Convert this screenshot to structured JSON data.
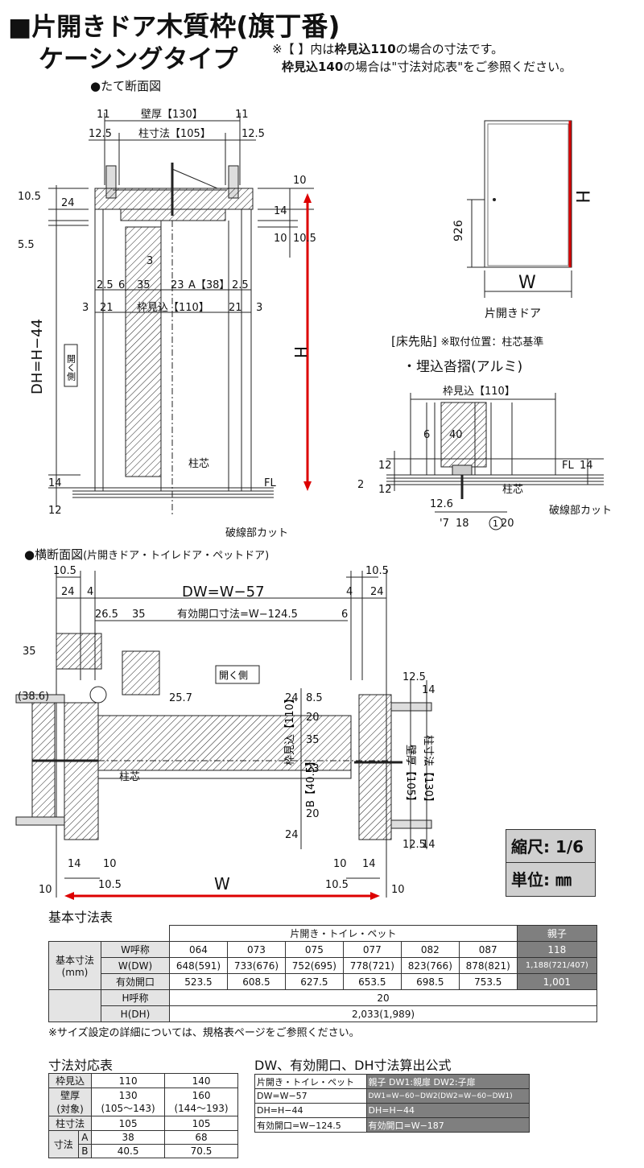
{
  "header": {
    "title_a": "■片開きドア",
    "title_b": "木質枠(旗丁番)",
    "title_line2": "ケーシングタイプ",
    "note1_a": "※【 】内は",
    "note1_b": "枠見込110",
    "note1_c": "の場合の寸法です。",
    "note2_a": "枠見込140",
    "note2_b": "の場合は\"寸法対応表\"をご参照ください。"
  },
  "vertical_section": {
    "label": "●たて断面図",
    "dims": {
      "wall": "壁厚【130】",
      "col": "柱寸法【105】",
      "d11": "11",
      "d12_5": "12.5",
      "d10": "10",
      "d10_5": "10.5",
      "d24": "24",
      "d14": "14",
      "d5_5": "5.5",
      "d3": "3",
      "d2_5": "2.5",
      "d6": "6",
      "d35": "35",
      "d23": "23",
      "dA": "A【38】",
      "d21": "21",
      "frame": "枠見込【110】",
      "H": "H",
      "DH": "DH=H−44",
      "open_side": "開く側",
      "center": "柱芯",
      "fl": "FL",
      "d12": "12",
      "cut": "破線部カット"
    }
  },
  "door_diagram": {
    "h926": "926",
    "H": "H",
    "W": "W",
    "caption": "片開きドア"
  },
  "floor": {
    "label_a": "[床先貼]",
    "label_b": "※取付位置：柱芯基準",
    "label_c": "・埋込沓摺(アルミ)",
    "dims": {
      "frame": "枠見込【110】",
      "d6": "6",
      "d40": "40",
      "d12": "12",
      "d2": "2",
      "d14": "14",
      "fl": "FL",
      "d12_6": "12.6",
      "d7": "'7",
      "d18": "18",
      "d20": "20",
      "c1": "1",
      "center": "柱芯",
      "cut": "破線部カット"
    }
  },
  "horizontal_section": {
    "label": "●横断面図",
    "label_sub": "(片開きドア・トイレドア・ペットドア)",
    "dims": {
      "d10_5": "10.5",
      "d24": "24",
      "d4": "4",
      "DW": "DW=W−57",
      "d26_5": "26.5",
      "d35": "35",
      "eff": "有効開口寸法=W−124.5",
      "d6": "6",
      "d38_6": "(38.6)",
      "d25_7": "25.7",
      "open_side": "開く側",
      "center": "柱芯",
      "d8_5": "8.5",
      "d20": "20",
      "d23": "23",
      "d12_5": "12.5",
      "d14": "14",
      "frame": "枠見込【110】",
      "B": "B【40.5】",
      "wall": "壁厚【105】",
      "col": "柱寸法【130】",
      "d10": "10",
      "W": "W"
    }
  },
  "scale": {
    "ratio": "縮尺: 1/6",
    "unit": "単位: ㎜"
  },
  "basic_table": {
    "title": "基本寸法表",
    "group_label": "片開き・トイレ・ペット",
    "oyako_label": "親子",
    "row_label": "基本寸法",
    "row_label2": "(mm)",
    "w_label": "W呼称",
    "wdw_label": "W(DW)",
    "eff_label": "有効開口",
    "h_label": "H呼称",
    "hdh_label": "H(DH)",
    "w_codes": [
      "064",
      "073",
      "075",
      "077",
      "082",
      "087"
    ],
    "wdw": [
      "648(591)",
      "733(676)",
      "752(695)",
      "778(721)",
      "823(766)",
      "878(821)"
    ],
    "eff": [
      "523.5",
      "608.5",
      "627.5",
      "653.5",
      "698.5",
      "753.5"
    ],
    "oyako_code": "118",
    "oyako_wdw": "1,188(721/407)",
    "oyako_eff": "1,001",
    "h_code": "20",
    "hdh": "2,033(1,989)",
    "note": "※サイズ設定の詳細については、規格表ページをご参照ください。"
  },
  "corr_table": {
    "title": "寸法対応表",
    "frame_label": "枠見込",
    "frame": [
      "110",
      "140"
    ],
    "wall_label": "壁厚",
    "wall_label2": "(対象)",
    "wall": [
      "130",
      "160"
    ],
    "wall_range": [
      "(105〜143)",
      "(144〜193)"
    ],
    "col_label": "柱寸法",
    "col": [
      "105",
      "105"
    ],
    "size_label": "寸法",
    "a_label": "A",
    "b_label": "B",
    "a": [
      "38",
      "68"
    ],
    "b": [
      "40.5",
      "70.5"
    ]
  },
  "formula": {
    "title": "DW、有効開口、DH寸法算出公式",
    "h_left": "片開き・トイレ・ペット",
    "h_right": "親子 DW1:親扉 DW2:子扉",
    "rows": [
      [
        "DW=W−57",
        "DW1=W−60−DW2(DW2=W−60−DW1)"
      ],
      [
        "DH=H−44",
        "DH=H−44"
      ],
      [
        "有効開口=W−124.5",
        "有効開口=W−187"
      ]
    ]
  }
}
